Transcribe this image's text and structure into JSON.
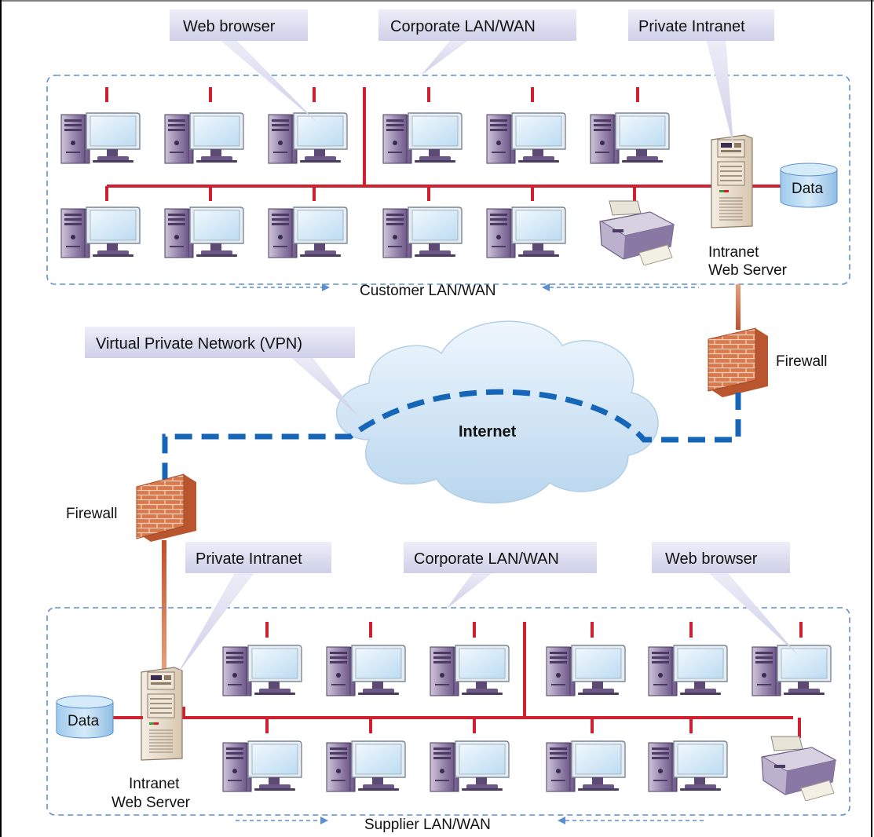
{
  "top_network": {
    "lan_label": "Customer LAN/WAN",
    "callouts": {
      "web_browser": "Web browser",
      "corporate_lan": "Corporate LAN/WAN",
      "private_intranet": "Private Intranet"
    },
    "server_label_line1": "Intranet",
    "server_label_line2": "Web Server",
    "data_label": "Data",
    "firewall_label": "Firewall"
  },
  "middle": {
    "vpn_callout": "Virtual Private Network (VPN)",
    "internet_label": "Internet"
  },
  "bottom_network": {
    "lan_label": "Supplier LAN/WAN",
    "callouts": {
      "private_intranet": "Private Intranet",
      "corporate_lan": "Corporate LAN/WAN",
      "web_browser": "Web browser"
    },
    "server_label_line1": "Intranet",
    "server_label_line2": "Web Server",
    "data_label": "Data",
    "firewall_label": "Firewall"
  },
  "colors": {
    "network_wire": "#d01f2f",
    "vpn_line": "#1565b8",
    "lan_boundary": "#5b8fcf",
    "callout_box": "#dcdcf0"
  }
}
